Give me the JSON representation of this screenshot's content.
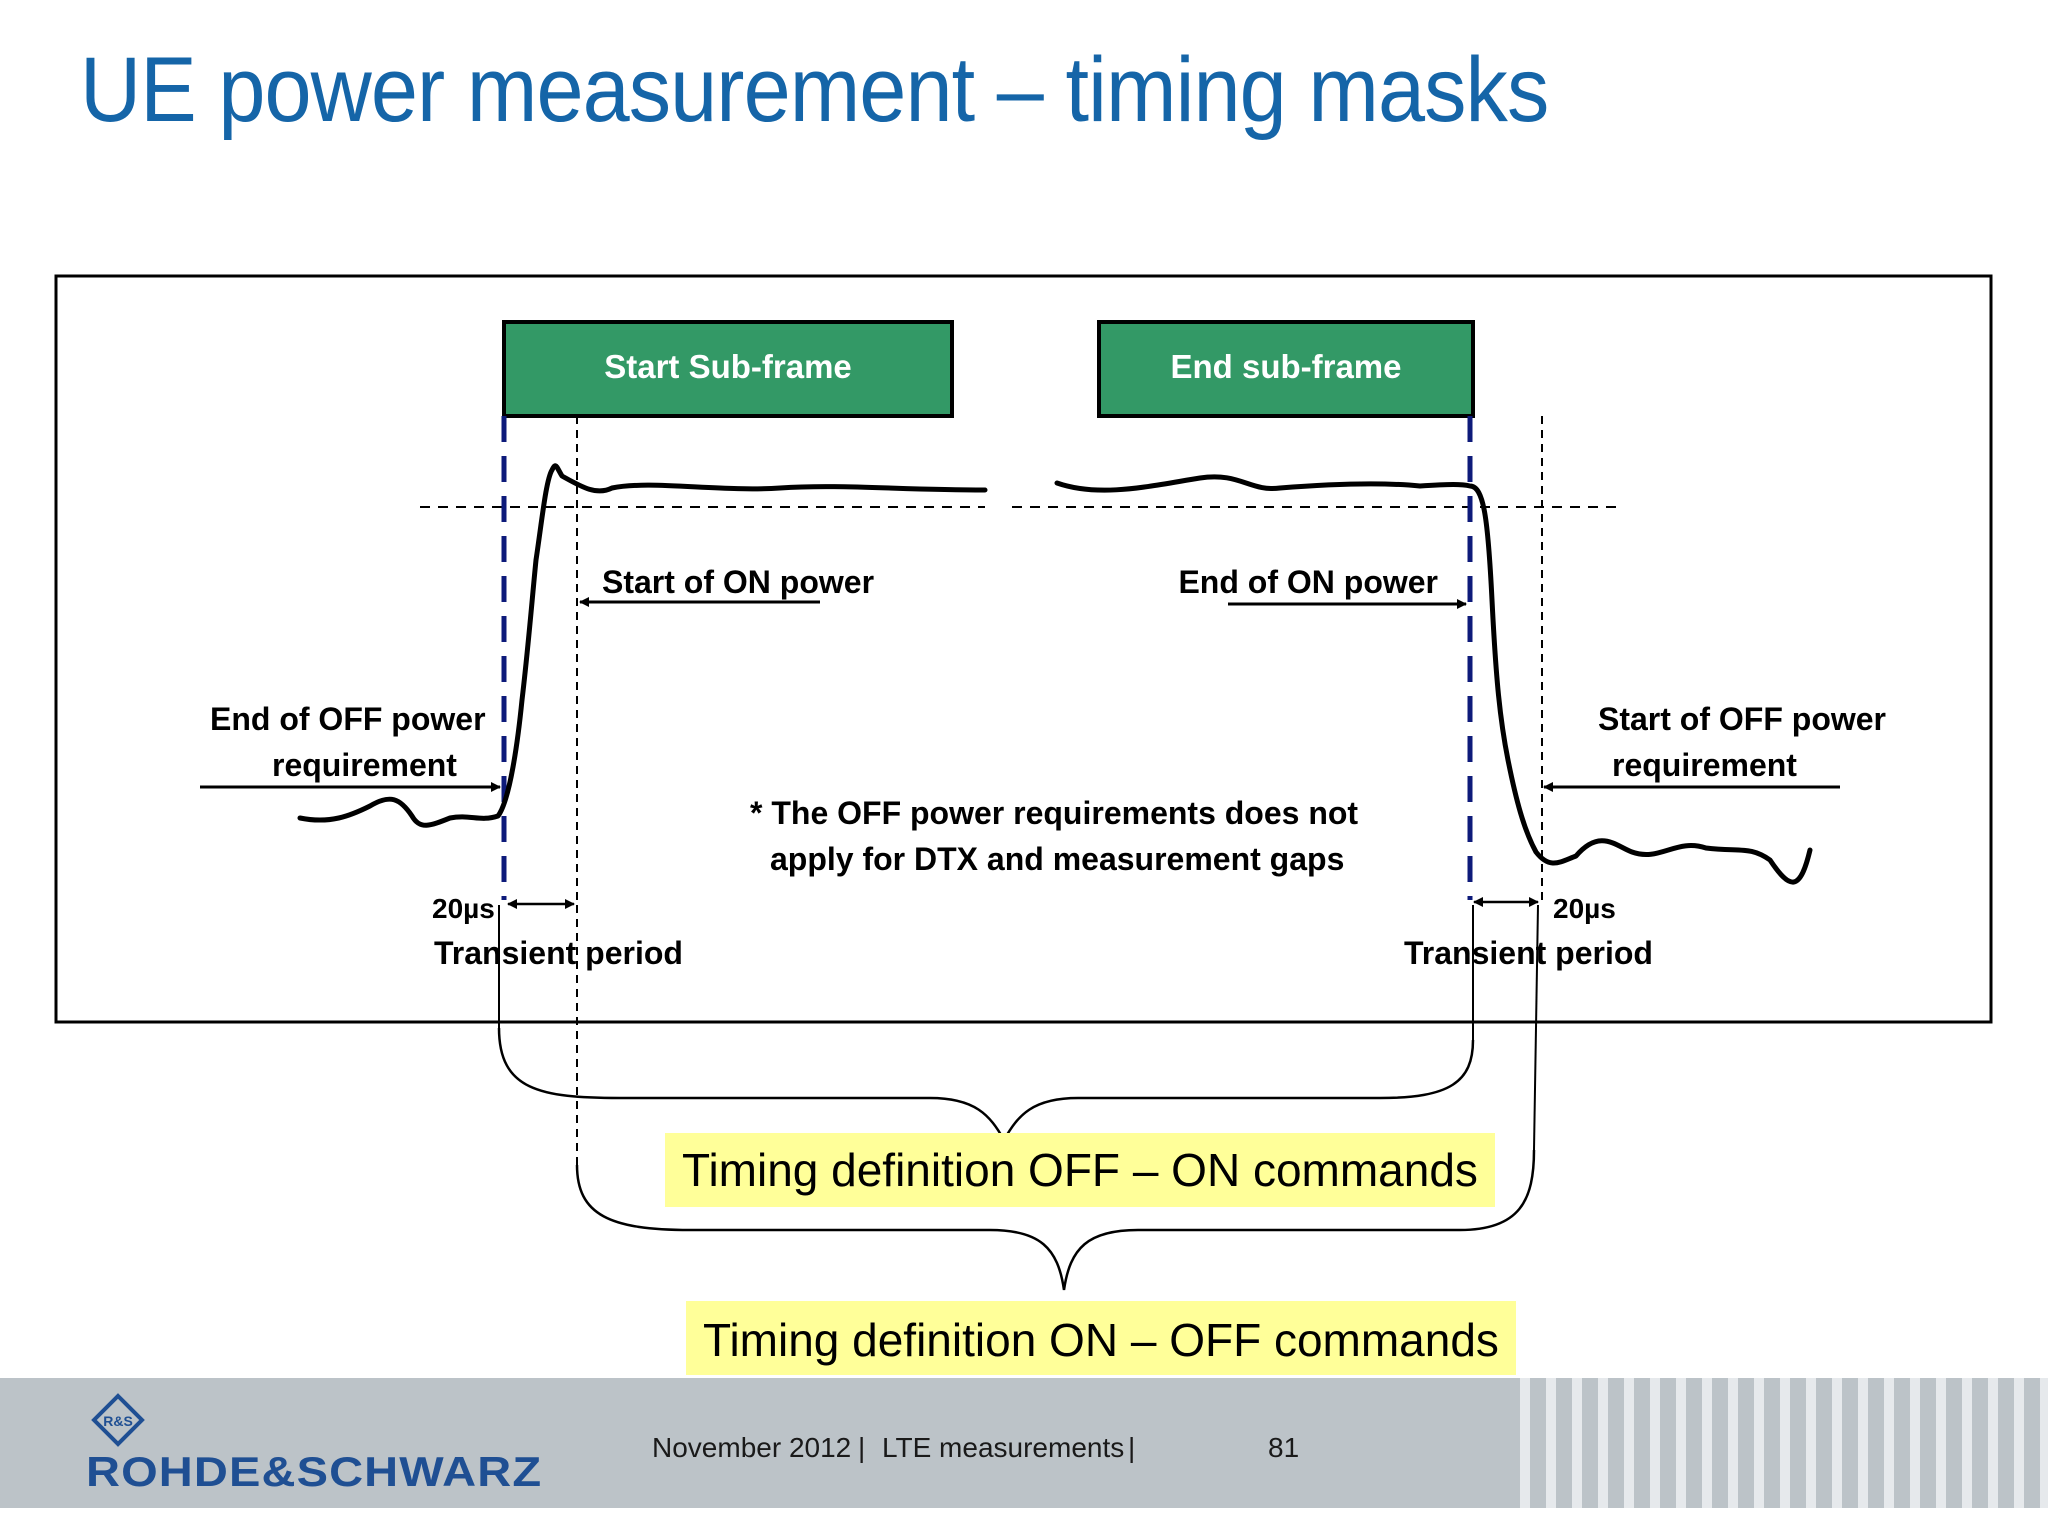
{
  "slide": {
    "title": "UE power measurement – timing masks"
  },
  "diagram": {
    "start_subframe_label": "Start Sub-frame",
    "end_subframe_label": "End sub-frame",
    "start_on_power": "Start of ON power",
    "end_on_power": "End of ON power",
    "end_off_line1": "End of OFF power",
    "end_off_line2": "requirement",
    "start_off_line1": "Start of OFF power",
    "start_off_line2": "requirement",
    "note_line1": "* The OFF power requirements does not",
    "note_line2": "apply for DTX and measurement gaps",
    "left_duration": "20µs",
    "right_duration": "20µs",
    "left_transient": "Transient period",
    "right_transient": "Transient period",
    "timing_off_on": "Timing definition OFF – ON commands",
    "timing_on_off": "Timing definition ON – OFF commands"
  },
  "footer": {
    "date": "November 2012",
    "separator1": "|",
    "topic": "LTE measurements",
    "separator2": "|",
    "page": "81",
    "logo_text": "ROHDE&SCHWARZ",
    "logo_mark": "R&S"
  },
  "colors": {
    "title": "#1565a8",
    "subframe_fill": "#339966",
    "marker_dashes": "#0d1a7a",
    "highlight": "#ffff99",
    "footer_band": "#bcc3c8",
    "logo": "#1f4f93"
  }
}
